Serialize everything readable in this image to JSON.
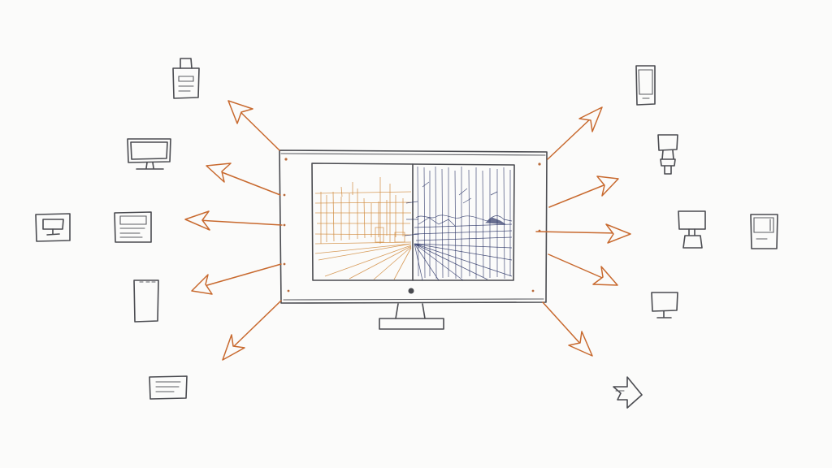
{
  "diagram": {
    "center_device": "desktop-monitor",
    "screen_left_style": "orange-sketch",
    "screen_right_style": "blue-sketch",
    "arrow_color": "#c8692e",
    "ink_color": "#4a4b50",
    "arrows": [
      {
        "side": "left",
        "target": "ui-card-top-left"
      },
      {
        "side": "left",
        "target": "monitor-icon-left"
      },
      {
        "side": "left",
        "target": "form-panel-left"
      },
      {
        "side": "left",
        "target": "tablet-left"
      },
      {
        "side": "left",
        "target": "document-bottom-left"
      },
      {
        "side": "right",
        "target": "phone-top-right"
      },
      {
        "side": "right",
        "target": "projector-right"
      },
      {
        "side": "right",
        "target": "kiosk-right"
      },
      {
        "side": "right",
        "target": "small-monitor-right"
      },
      {
        "side": "right",
        "target": "arrow-icon-bottom-right"
      }
    ],
    "icons_left": [
      "badge-icon",
      "monitor-icon",
      "small-monitor-icon",
      "form-icon",
      "tablet-icon",
      "document-icon"
    ],
    "icons_right": [
      "phone-icon",
      "projector-icon",
      "kiosk-icon",
      "cabinet-icon",
      "small-monitor-icon",
      "share-arrow-icon"
    ]
  }
}
